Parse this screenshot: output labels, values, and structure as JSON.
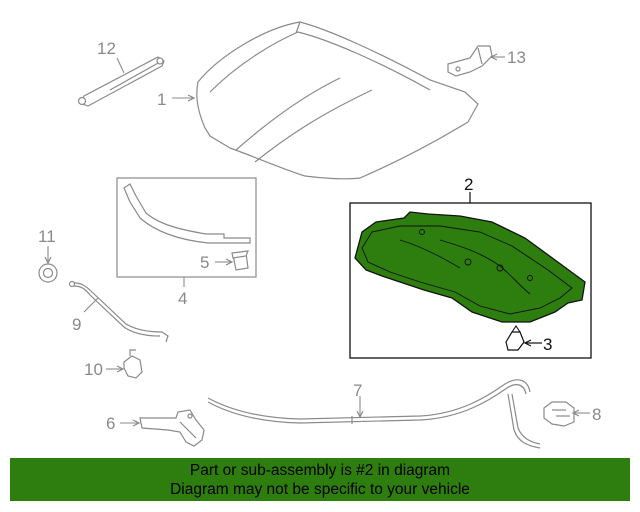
{
  "callouts": {
    "c1": "1",
    "c2": "2",
    "c3": "3",
    "c4": "4",
    "c5": "5",
    "c6": "6",
    "c7": "7",
    "c8": "8",
    "c9": "9",
    "c10": "10",
    "c11": "11",
    "c12": "12",
    "c13": "13"
  },
  "highlight_color": "#2e7d0f",
  "banner": {
    "line1": "Part or sub-assembly is #2 in diagram",
    "line2": "Diagram may not be specific to your vehicle"
  }
}
